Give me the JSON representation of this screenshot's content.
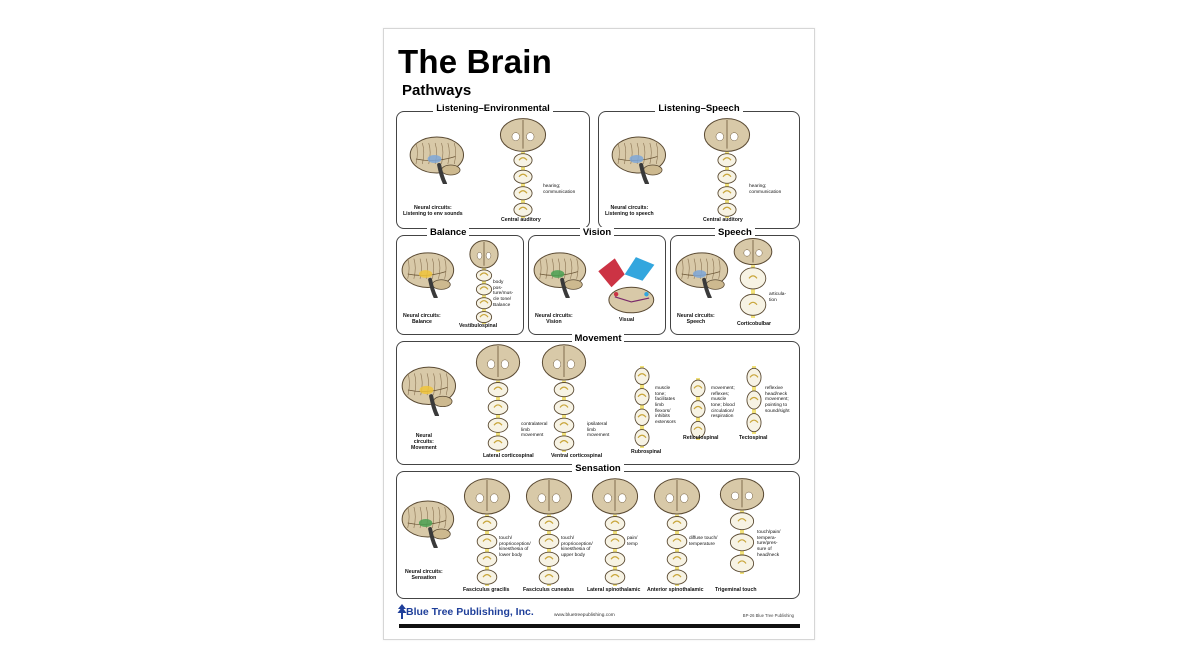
{
  "poster": {
    "title": "The Brain",
    "subtitle": "Pathways",
    "publisher": "Blue Tree Publishing, Inc.",
    "url": "www.bluetreepublishing.com",
    "copyright": "BP-26 Blue Tree Publishing"
  },
  "panels": {
    "listening_env": {
      "title": "Listening–Environmental",
      "brain_label": "Neural circuits:\nListening to env sounds",
      "pathway_label": "Central auditory",
      "note": "hearing;\ncommunication"
    },
    "listening_speech": {
      "title": "Listening–Speech",
      "brain_label": "Neural circuits:\nListening to speech",
      "pathway_label": "Central auditory",
      "note": "hearing;\ncommunication"
    },
    "balance": {
      "title": "Balance",
      "brain_label": "Neural circuits:\nBalance",
      "pathway_label": "Vestibulospinal",
      "note": "body\npos-\nture/mus-\ncle tone/\nBalance"
    },
    "vision": {
      "title": "Vision",
      "brain_label": "Neural circuits:\nVision",
      "pathway_label": "Visual"
    },
    "speech": {
      "title": "Speech",
      "brain_label": "Neural circuits:\nSpeech",
      "pathway_label": "Corticobulbar",
      "note": "articula-\ntion"
    },
    "movement": {
      "title": "Movement",
      "brain_label": "Neural\ncircuits:\nMovement",
      "pathways": [
        {
          "label": "Lateral corticospinal",
          "note": "contralateral\nlimb\nmovement"
        },
        {
          "label": "Ventral corticospinal",
          "note": "ipsilateral\nlimb\nmovement"
        },
        {
          "label": "Rubrospinal",
          "note": "muscle\ntone;\nfacilitates\nlimb\nflexors/\ninhibits\nextensors"
        },
        {
          "label": "Reticulospinal",
          "note": "movement;\nreflexes;\nmuscle\ntone; blood\ncirculation/\nrespiration"
        },
        {
          "label": "Tectospinal",
          "note": "reflexive\nhead/neck\nmovement;\npointing to\nsound/sight"
        }
      ]
    },
    "sensation": {
      "title": "Sensation",
      "brain_label": "Neural circuits:\nSensation",
      "pathways": [
        {
          "label": "Fasciculus gracilis",
          "note": "touch/\nproprioception/\nkinesthesia of\nlower body"
        },
        {
          "label": "Fasciculus cuneatus",
          "note": "touch/\nproprioception/\nkinesthesia of\nupper body"
        },
        {
          "label": "Lateral spinothalamic",
          "note": "pain/\ntemp"
        },
        {
          "label": "Anterior spinothalamic",
          "note": "diffuse touch/\ntemperature"
        },
        {
          "label": "Trigeminal touch",
          "note": "touch/pain/\ntempera-\nture/pres-\nsure of\nhead/neck"
        }
      ]
    }
  },
  "colors": {
    "brain_fill": "#d8c9a8",
    "brain_stroke": "#5a4a33",
    "pathway_yellow": "#f2e27a",
    "section_fill": "#f7f3e4",
    "publisher_blue": "#1f3f9a",
    "vision_red": "#cc3344",
    "vision_blue": "#33a6de"
  },
  "icons": [
    "brain-lateral-icon",
    "coronal-brain-section-icon",
    "spinal-cord-section-icon",
    "blue-tree-logo-icon"
  ]
}
